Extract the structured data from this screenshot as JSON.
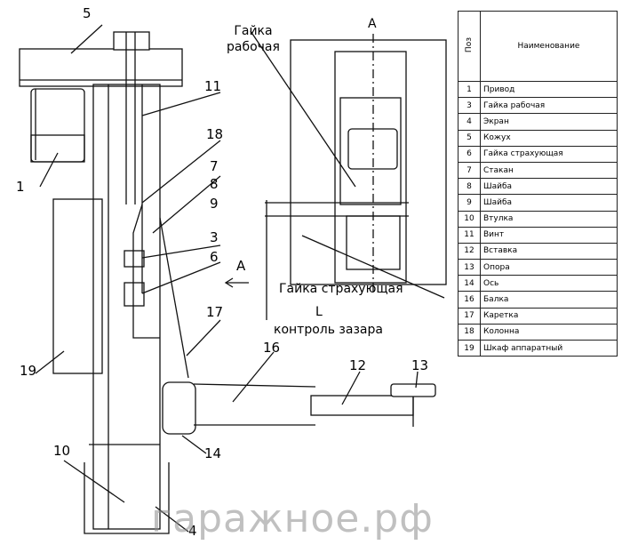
{
  "labels": {
    "n5": "5",
    "n11": "11",
    "n1": "1",
    "n18": "18",
    "n7": "7",
    "n8": "8",
    "n9": "9",
    "n3": "3",
    "n6": "6",
    "n17": "17",
    "n19": "19",
    "n16": "16",
    "n12": "12",
    "n13": "13",
    "n10": "10",
    "n14": "14",
    "n4": "4",
    "arrow_a": "A"
  },
  "detail": {
    "section_a": "A",
    "work_nut": "Гайка\nрабочая",
    "safety_nut": "Гайка страхующая",
    "gap_symbol": "L",
    "gap_control": "контроль зазара"
  },
  "table": {
    "pos_header": "Поз",
    "name_header": "Наименование",
    "rows": [
      {
        "pos": "1",
        "name": "Привод"
      },
      {
        "pos": "3",
        "name": "Гайка рабочая"
      },
      {
        "pos": "4",
        "name": "Экран"
      },
      {
        "pos": "5",
        "name": "Кожух"
      },
      {
        "pos": "6",
        "name": "Гайка страхующая"
      },
      {
        "pos": "7",
        "name": "Стакан"
      },
      {
        "pos": "8",
        "name": "Шайба"
      },
      {
        "pos": "9",
        "name": "Шайба"
      },
      {
        "pos": "10",
        "name": "Втулка"
      },
      {
        "pos": "11",
        "name": "Винт"
      },
      {
        "pos": "12",
        "name": "Вставка"
      },
      {
        "pos": "13",
        "name": "Опора"
      },
      {
        "pos": "14",
        "name": "Ось"
      },
      {
        "pos": "16",
        "name": "Балка"
      },
      {
        "pos": "17",
        "name": "Каретка"
      },
      {
        "pos": "18",
        "name": "Колонна"
      },
      {
        "pos": "19",
        "name": "Шкаф аппаратный"
      }
    ]
  },
  "watermark": "гаражное.рф"
}
